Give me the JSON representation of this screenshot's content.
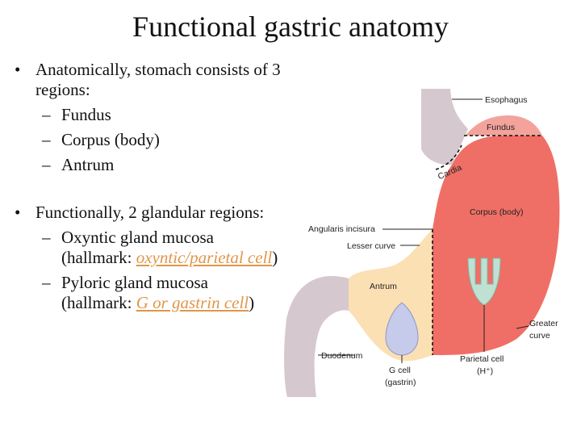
{
  "title": "Functional gastric anatomy",
  "bullets": [
    {
      "text": "Anatomically, stomach consists of 3 regions:",
      "items": [
        "Fundus",
        "Corpus (body)",
        "Antrum"
      ]
    },
    {
      "text": "Functionally, 2 glandular regions:",
      "items": [
        {
          "pre": "Oxyntic gland mucosa (hallmark: ",
          "link": "oxyntic/parietal cell",
          "post": ")"
        },
        {
          "pre": "Pyloric gland mucosa (hallmark: ",
          "link": "G or gastrin cell",
          "post": ")"
        }
      ]
    }
  ],
  "diagram": {
    "labels": {
      "esophagus": "Esophagus",
      "fundus": "Fundus",
      "cardia": "Cardia",
      "corpus": "Corpus (body)",
      "angularis": "Angularis incisura",
      "lesser": "Lesser curve",
      "antrum": "Antrum",
      "greater1": "Greater",
      "greater2": "curve",
      "duodenum": "Duodenum",
      "gcell1": "G cell",
      "gcell2": "(gastrin)",
      "parietal1": "Parietal cell",
      "parietal2": "(H⁺)"
    },
    "colors": {
      "corpus": "#ef6f66",
      "fundus": "#f3a39b",
      "antrum": "#fbe0b4",
      "duodenum": "#d6c8cf",
      "gcell": "#c6cbec",
      "parietal": "#bfe0d2"
    }
  }
}
